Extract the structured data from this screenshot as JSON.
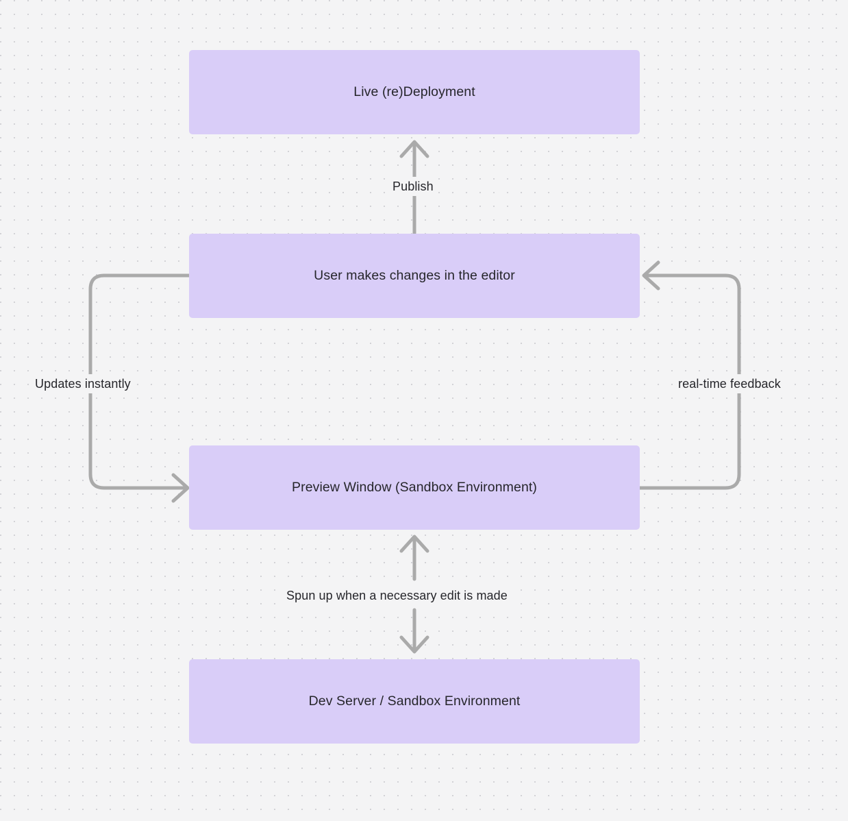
{
  "diagram": {
    "title": "Live deployment and preview feedback loop",
    "background_color": "#f4f4f5",
    "node_color": "#d9cdf8",
    "wire_color": "#aaaaaa",
    "text_color": "#26262b",
    "nodes": [
      {
        "id": "live-deployment",
        "label": "Live (re)Deployment"
      },
      {
        "id": "user-edits",
        "label": "User makes changes in the editor"
      },
      {
        "id": "preview-window",
        "label": "Preview Window (Sandbox Environment)"
      },
      {
        "id": "dev-server",
        "label": "Dev Server / Sandbox Environment"
      }
    ],
    "edges": [
      {
        "id": "publish",
        "label": "Publish",
        "from": "user-edits",
        "to": "live-deployment",
        "direction": "up"
      },
      {
        "id": "updates-instantly",
        "label": "Updates instantly",
        "from": "user-edits",
        "to": "preview-window",
        "direction": "left-down-right"
      },
      {
        "id": "real-time-feedback",
        "label": "real-time feedback",
        "from": "preview-window",
        "to": "user-edits",
        "direction": "right-up-left"
      },
      {
        "id": "spun-up",
        "label": "Spun up when a necessary edit is made",
        "from": "preview-window",
        "to": "dev-server",
        "direction": "bidirectional"
      }
    ]
  }
}
